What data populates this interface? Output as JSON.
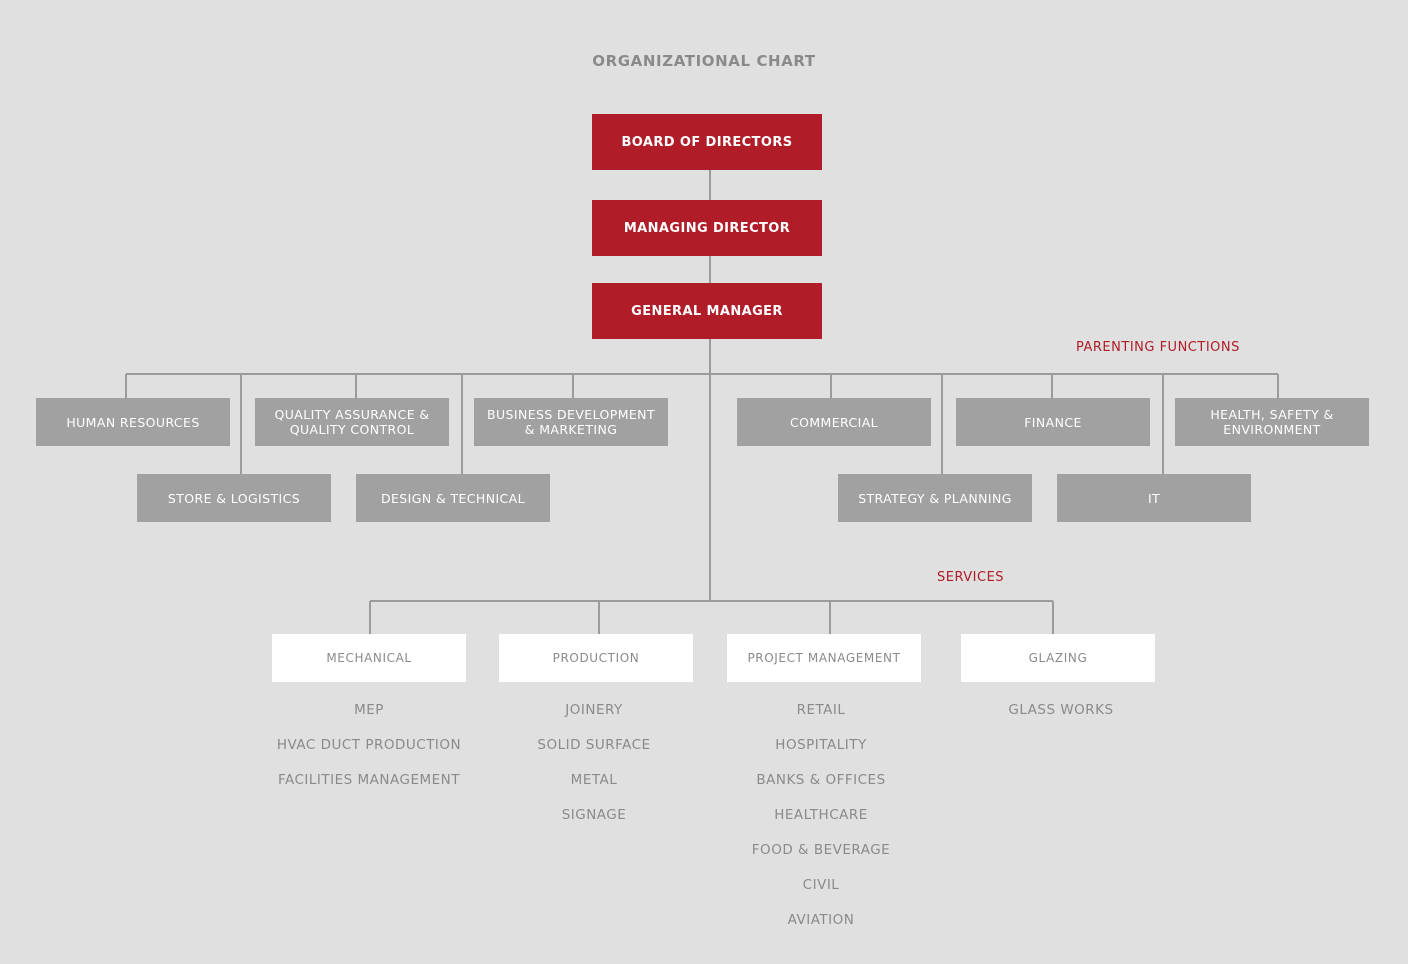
{
  "title": "ORGANIZATIONAL CHART",
  "colors": {
    "executive": "#b01c27",
    "department": "#a1a1a1",
    "service": "#ffffff",
    "line": "#9b9b9b",
    "background": "#e0e0e0"
  },
  "executive": {
    "board": "BOARD OF DIRECTORS",
    "managing_director": "MANAGING DIRECTOR",
    "general_manager": "GENERAL MANAGER"
  },
  "parenting_functions": {
    "label": "PARENTING FUNCTIONS",
    "human_resources": "HUMAN RESOURCES",
    "qa_qc": "QUALITY ASSURANCE & QUALITY CONTROL",
    "business_development": "BUSINESS DEVELOPMENT & MARKETING",
    "commercial": "COMMERCIAL",
    "finance": "FINANCE",
    "hse": "HEALTH, SAFETY & ENVIRONMENT",
    "store_logistics": "STORE & LOGISTICS",
    "design_technical": "DESIGN & TECHNICAL",
    "strategy_planning": "STRATEGY & PLANNING",
    "it": "IT"
  },
  "services": {
    "label": "SERVICES",
    "mechanical": {
      "name": "MECHANICAL",
      "items": [
        "MEP",
        "HVAC DUCT PRODUCTION",
        "FACILITIES MANAGEMENT"
      ]
    },
    "production": {
      "name": "PRODUCTION",
      "items": [
        "JOINERY",
        "SOLID SURFACE",
        "METAL",
        "SIGNAGE"
      ]
    },
    "project_management": {
      "name": "PROJECT MANAGEMENT",
      "items": [
        "RETAIL",
        "HOSPITALITY",
        "BANKS & OFFICES",
        "HEALTHCARE",
        "FOOD & BEVERAGE",
        "CIVIL",
        "AVIATION"
      ]
    },
    "glazing": {
      "name": "GLAZING",
      "items": [
        "GLASS WORKS"
      ]
    }
  }
}
